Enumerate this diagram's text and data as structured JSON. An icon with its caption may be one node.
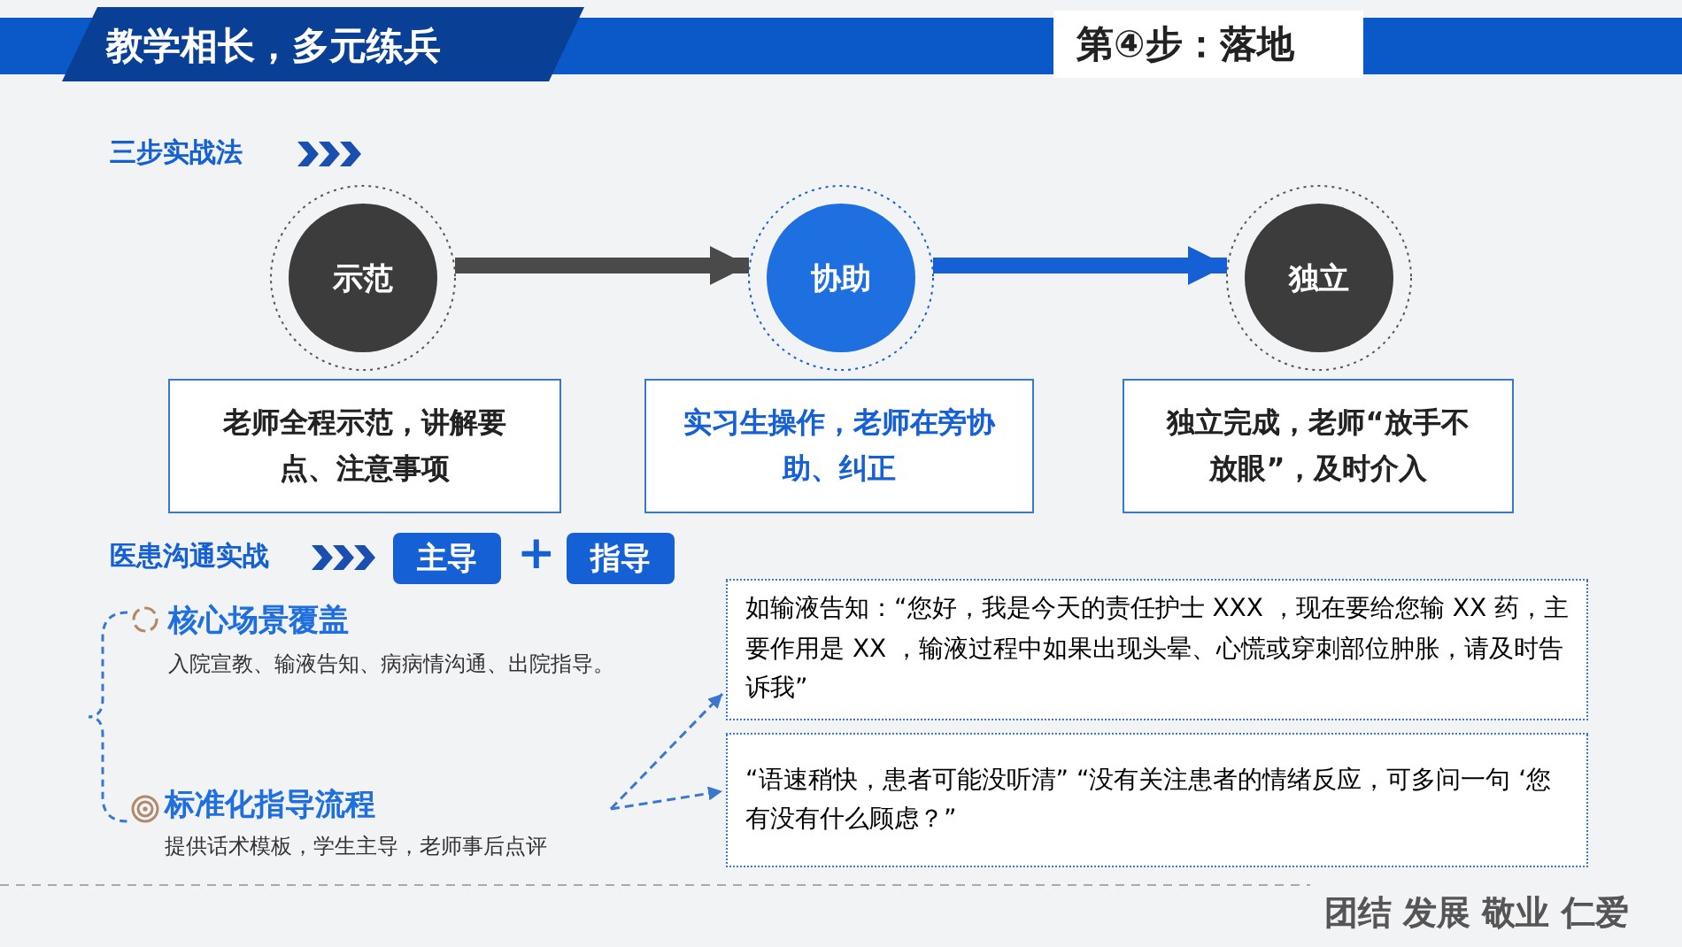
{
  "diagram": {
    "title": "教学相长，多元练兵",
    "nodes": [
      {
        "text": [
          "示范"
        ]
      },
      {
        "text": [
          "协助"
        ]
      },
      {
        "text": [
          "独立"
        ]
      },
      {
        "text": [
          "老师全程示范，讲解要点、注意事项"
        ]
      },
      {
        "text": [
          "实习生操作，老师在旁协助、纠正"
        ]
      },
      {
        "text": [
          "独立完成，老师“放手不放眼”，及时介入"
        ]
      },
      {
        "text": [
          "主导"
        ]
      },
      {
        "text": [
          "指导"
        ]
      },
      {
        "text": [
          "标准化指导流程",
          "提供话术模板，学生主导，老师事后点评"
        ]
      },
      {
        "text": [
          "如输液告知：“您好，我是今天的责任护士 XXX ，现在要给您输 XX 药，主要作用是 XX ，输液过程中如果出现头晕、心慌或穿刺部位肿胀，请及时告诉我”"
        ]
      },
      {
        "text": [
          "“语速稍快，患者可能没听清” “没有关注患者的情绪反应，可多问一句 ‘您有没有什么顾虑？”"
        ]
      }
    ],
    "edges": [
      {
        "from": 0,
        "to": 1,
        "arrow": "to",
        "style": "thick",
        "color": "#4a4a4a"
      },
      {
        "from": 1,
        "to": 2,
        "arrow": "to",
        "style": "thick",
        "color": "#1560d4"
      },
      {
        "from": 8,
        "to": 9,
        "arrow": "to",
        "style": "dashed",
        "color": "#3a78d0"
      },
      {
        "from": 8,
        "to": 10,
        "arrow": "to",
        "style": "dashed",
        "color": "#3a78d0"
      }
    ],
    "labels": [
      "第④步：落地",
      "三步实战法",
      "医患沟通实战",
      "+",
      "核心场景覆盖",
      "入院宣教、输液告知、病病情沟通、出院指导。",
      "团结 发展 敬业 仁爱"
    ]
  }
}
